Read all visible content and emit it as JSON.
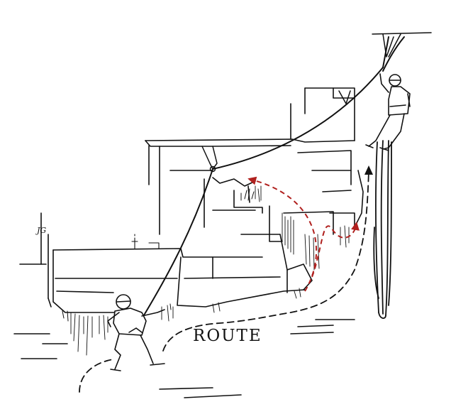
{
  "labels": {
    "route": "ROUTE",
    "signature": "JG"
  },
  "colors": {
    "ink": "#111111",
    "route_arrow": "#b0201e",
    "paper": "#ffffff"
  },
  "figures": [
    {
      "name": "belayer-climber",
      "icon": "climber-with-helmet"
    },
    {
      "name": "rappelling-climber",
      "icon": "climber-on-rope"
    }
  ]
}
